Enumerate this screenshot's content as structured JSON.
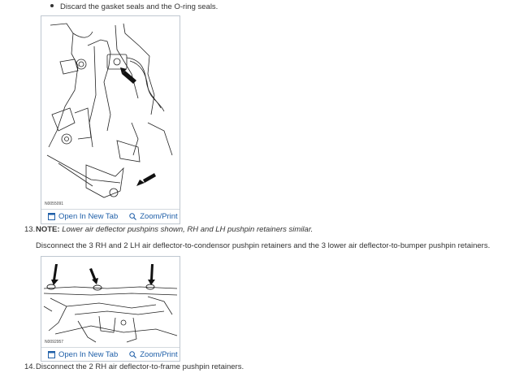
{
  "bullet": {
    "text": "Discard the gasket seals and the O-ring seals."
  },
  "figure1": {
    "code": "N0055091",
    "open_label": "Open In New Tab",
    "zoom_label": "Zoom/Print"
  },
  "step13": {
    "number": "13.",
    "note_label": "NOTE:",
    "note_text": "Lower air deflector pushpins shown, RH and LH pushpin retainers similar."
  },
  "step13_instruction": "Disconnect the 3 RH and 2 LH air deflector-to-condensor pushpin retainers and the 3 lower air deflector-to-bumper pushpin retainers.",
  "figure2": {
    "code": "N0092957",
    "open_label": "Open In New Tab",
    "zoom_label": "Zoom/Print"
  },
  "step14": {
    "number": "14.",
    "text": "Disconnect the 2 RH air deflector-to-frame pushpin retainers."
  },
  "icons": {
    "open": "new-tab-icon",
    "zoom": "magnifier-icon"
  }
}
